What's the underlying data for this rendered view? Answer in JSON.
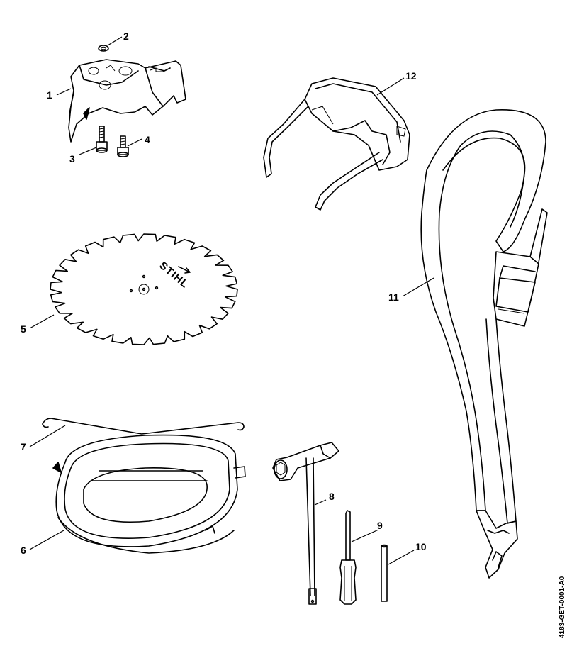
{
  "callouts": [
    {
      "id": "1",
      "label": "1"
    },
    {
      "id": "2",
      "label": "2"
    },
    {
      "id": "3",
      "label": "3"
    },
    {
      "id": "4",
      "label": "4"
    },
    {
      "id": "5",
      "label": "5"
    },
    {
      "id": "6",
      "label": "6"
    },
    {
      "id": "7",
      "label": "7"
    },
    {
      "id": "8",
      "label": "8"
    },
    {
      "id": "9",
      "label": "9"
    },
    {
      "id": "10",
      "label": "10"
    },
    {
      "id": "11",
      "label": "11"
    },
    {
      "id": "12",
      "label": "12"
    }
  ],
  "blade_brand": "STIHL",
  "drawing_reference": "4183-GET-0001-A0"
}
